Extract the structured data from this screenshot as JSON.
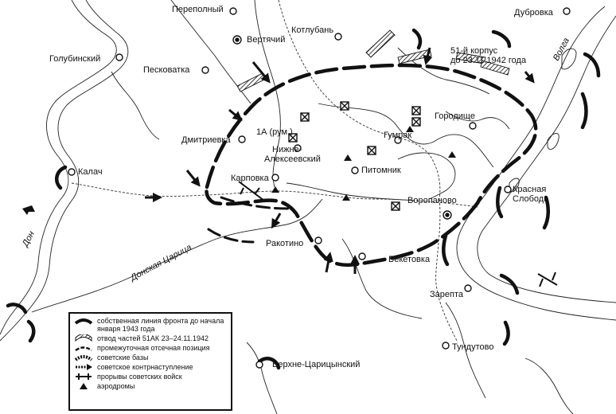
{
  "labels": {
    "perepolny": "Переполный",
    "vertyachy": "Вертячий",
    "kotluban": "Котлубань",
    "dubrovka": "Дубровка",
    "golubinsky": "Голубинский",
    "peskovatka": "Песковатка",
    "corps51": "51-й корпус",
    "corps51_date": "до 23.11.1942 года",
    "volga": "Волга",
    "gorodische": "Городище",
    "dmitrievka": "Дмитриевка",
    "army1a": "1А (рум.)",
    "nizhne1": "Нижне-",
    "nizhne2": "Алексеевский",
    "gumrak": "Гумрак",
    "pitomnik": "Питомник",
    "kalach": "Калач",
    "karpovka": "Карповка",
    "krasnaya": "Красная",
    "sloboda": "Слобода",
    "voropanovo": "Воропаново",
    "don": "Дон",
    "donskaya_tsaritsa": "Донская Царица",
    "rakotino": "Ракотино",
    "beketovka": "Бекетовка",
    "sarepta": "Зарепта",
    "tundutovo": "Тундутово",
    "verkhne": "Верхне-Царицынский"
  },
  "legend": {
    "items": [
      {
        "symbol": "own-front-line",
        "label": "собственная линия фронта до начала января 1943 года"
      },
      {
        "symbol": "withdrawal-51ak",
        "label": "отвод частей 51АК 23–24.11.1942"
      },
      {
        "symbol": "intermediate-position",
        "label": "промежуточная отсечная позиция"
      },
      {
        "symbol": "soviet-bases",
        "label": "советские базы"
      },
      {
        "symbol": "soviet-counteroffensive",
        "label": "советское контрнаступление"
      },
      {
        "symbol": "soviet-breakthroughs",
        "label": "прорывы советских войск"
      },
      {
        "symbol": "airfields",
        "label": "аэродромы"
      }
    ]
  }
}
